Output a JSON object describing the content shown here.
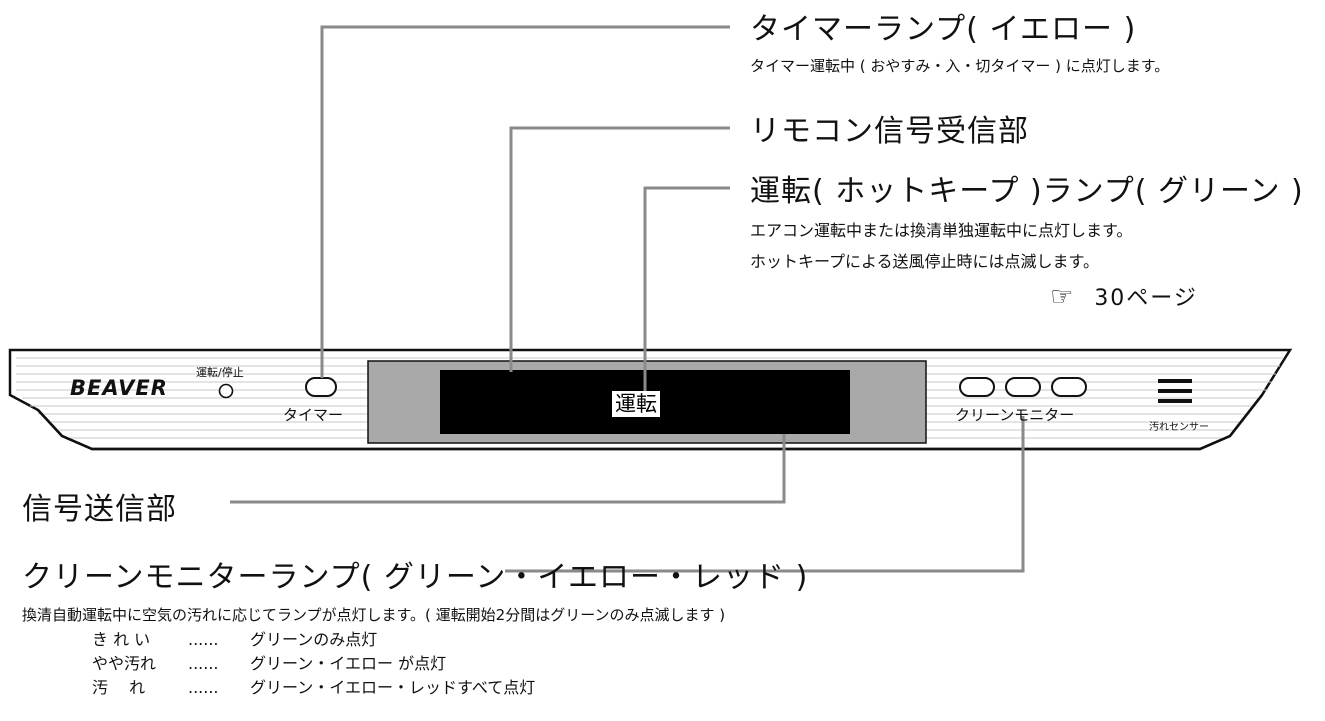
{
  "callouts": {
    "timer_lamp": {
      "title": "タイマーランプ( イエロー )",
      "desc": "タイマー運転中 ( おやすみ・入・切タイマー ) に点灯します。"
    },
    "remote_receiver": {
      "title": "リモコン信号受信部"
    },
    "run_lamp": {
      "title": "運転( ホットキープ )ランプ( グリーン )",
      "desc1": "エアコン運転中または換清単独運転中に点灯します。",
      "desc2": "ホットキープによる送風停止時には点滅します。",
      "ref_icon": "☞",
      "ref": "30ページ"
    },
    "signal_sender": {
      "title": "信号送信部"
    },
    "clean_monitor_lamp": {
      "title": "クリーンモニターランプ( グリーン・イエロー・レッド )",
      "desc": "換清自動運転中に空気の汚れに応じてランプが点灯します。( 運転開始2分間はグリーンのみ点滅します )",
      "levels": [
        {
          "level": "き れ い",
          "dots": "......",
          "state": "グリーンのみ点灯"
        },
        {
          "level": "やや汚れ",
          "dots": "......",
          "state": "グリーン・イエロー が点灯"
        },
        {
          "level": "汚　 れ",
          "dots": "......",
          "state": "グリーン・イエロー・レッドすべて点灯"
        }
      ]
    }
  },
  "panel": {
    "brand": "BEAVER",
    "power_label": "運転/停止",
    "timer_label": "タイマー",
    "display_text": "運転",
    "monitor_label": "クリーンモニター",
    "sensor_label": "汚れセンサー"
  }
}
